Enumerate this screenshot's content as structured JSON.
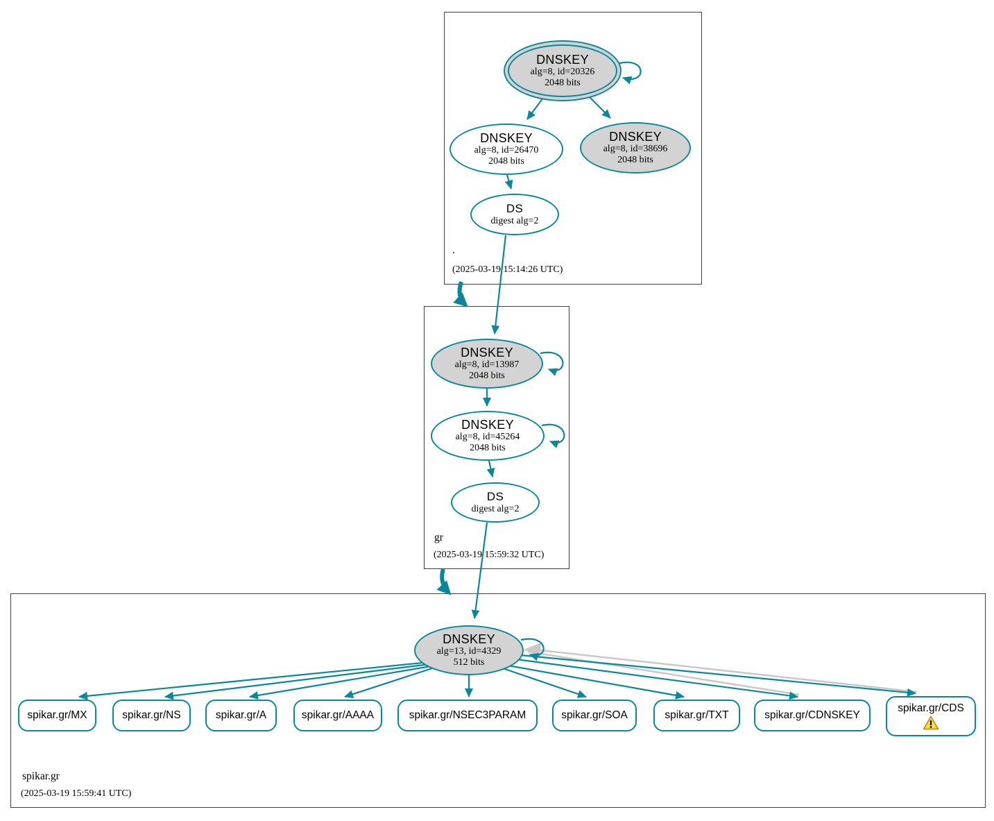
{
  "colors": {
    "accent": "#0a879a",
    "key_fill": "#d3d3d3",
    "edge_gray": "#c9c9c9",
    "warning_fill": "#ffdf3e",
    "warning_border": "#b8860b",
    "zone_border": "#3f3f3f"
  },
  "zones": {
    "root": {
      "label": ".",
      "timestamp": "(2025-03-19 15:14:26 UTC)",
      "ksk": {
        "title": "DNSKEY",
        "alg": "alg=8, id=20326",
        "bits": "2048 bits"
      },
      "zsk": {
        "title": "DNSKEY",
        "alg": "alg=8, id=26470",
        "bits": "2048 bits"
      },
      "key2": {
        "title": "DNSKEY",
        "alg": "alg=8, id=38696",
        "bits": "2048 bits"
      },
      "ds": {
        "title": "DS",
        "digest": "digest alg=2"
      }
    },
    "gr": {
      "label": "gr",
      "timestamp": "(2025-03-19 15:59:32 UTC)",
      "ksk": {
        "title": "DNSKEY",
        "alg": "alg=8, id=13987",
        "bits": "2048 bits"
      },
      "zsk": {
        "title": "DNSKEY",
        "alg": "alg=8, id=45264",
        "bits": "2048 bits"
      },
      "ds": {
        "title": "DS",
        "digest": "digest alg=2"
      }
    },
    "spikar": {
      "label": "spikar.gr",
      "timestamp": "(2025-03-19 15:59:41 UTC)",
      "dnskey": {
        "title": "DNSKEY",
        "alg": "alg=13, id=4329",
        "bits": "512 bits"
      },
      "rrsets": [
        {
          "label": "spikar.gr/MX"
        },
        {
          "label": "spikar.gr/NS"
        },
        {
          "label": "spikar.gr/A"
        },
        {
          "label": "spikar.gr/AAAA"
        },
        {
          "label": "spikar.gr/NSEC3PARAM"
        },
        {
          "label": "spikar.gr/SOA"
        },
        {
          "label": "spikar.gr/TXT"
        },
        {
          "label": "spikar.gr/CDNSKEY"
        },
        {
          "label": "spikar.gr/CDS",
          "warning_icon": "warning-triangle-icon"
        }
      ]
    }
  }
}
